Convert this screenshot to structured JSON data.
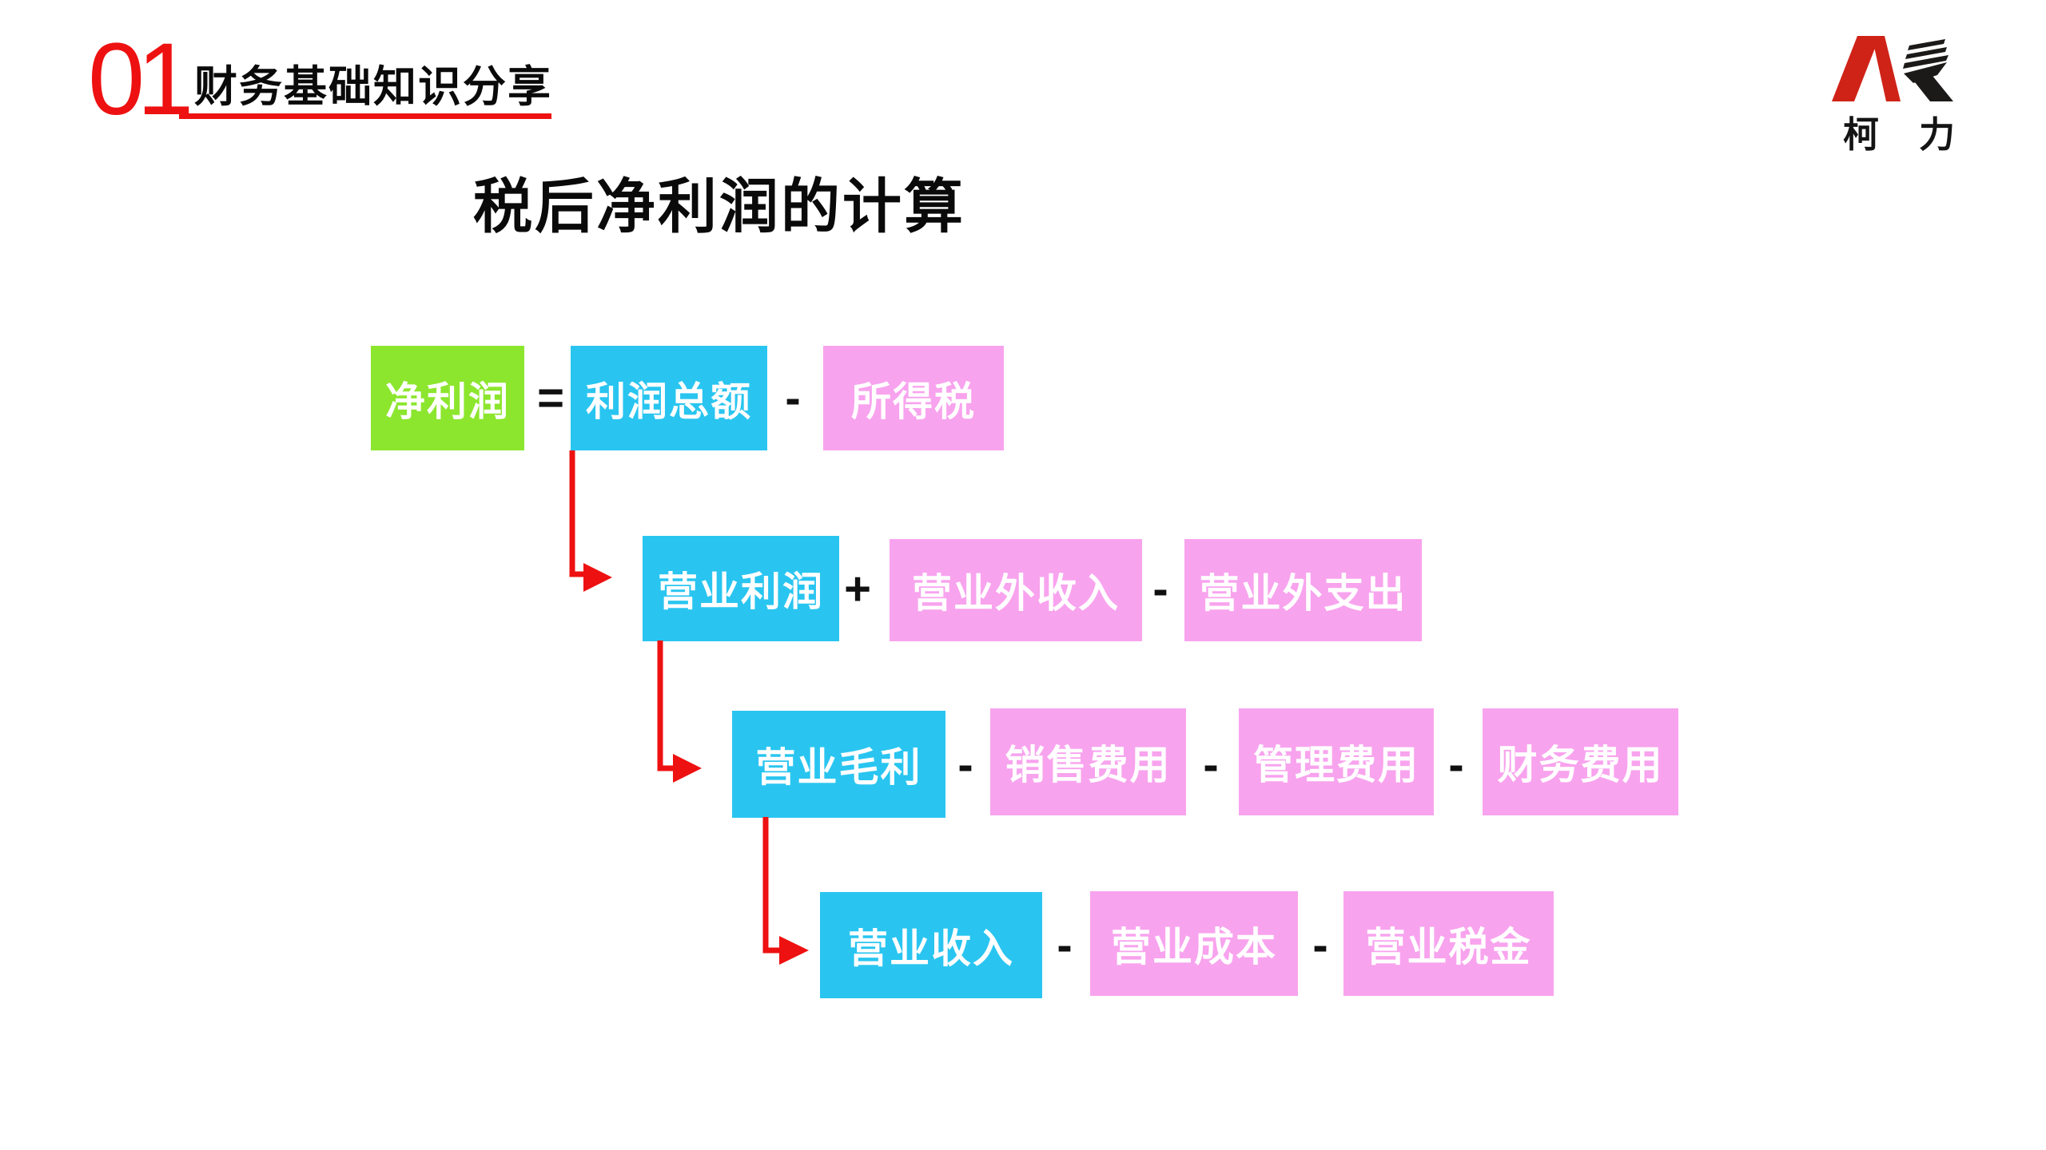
{
  "slide": {
    "section_number": "01",
    "section_title": "财务基础知识分享",
    "main_title": "税后净利润的计算"
  },
  "logo": {
    "brand": "柯力",
    "chars": [
      "柯",
      "力"
    ]
  },
  "colors": {
    "accent_red": "#ee1111",
    "logo_red": "#cf2318",
    "logo_black": "#1c1a19",
    "box_green": "#8ce62e",
    "box_cyan": "#29c5f0",
    "box_pink": "#f8a3ee",
    "box_text": "#ffffff",
    "operator_text": "#101010"
  },
  "diagram": {
    "rows": [
      {
        "items": [
          {
            "kind": "box",
            "color": "green",
            "label": "净利润"
          },
          {
            "kind": "operator",
            "label": "="
          },
          {
            "kind": "box",
            "color": "cyan",
            "label": "利润总额"
          },
          {
            "kind": "operator",
            "label": "-"
          },
          {
            "kind": "box",
            "color": "pink",
            "label": "所得税"
          }
        ]
      },
      {
        "items": [
          {
            "kind": "box",
            "color": "cyan",
            "label": "营业利润"
          },
          {
            "kind": "operator",
            "label": "+"
          },
          {
            "kind": "box",
            "color": "pink",
            "label": "营业外收入"
          },
          {
            "kind": "operator",
            "label": "-"
          },
          {
            "kind": "box",
            "color": "pink",
            "label": "营业外支出"
          }
        ]
      },
      {
        "items": [
          {
            "kind": "box",
            "color": "cyan",
            "label": "营业毛利"
          },
          {
            "kind": "operator",
            "label": "-"
          },
          {
            "kind": "box",
            "color": "pink",
            "label": "销售费用"
          },
          {
            "kind": "operator",
            "label": "-"
          },
          {
            "kind": "box",
            "color": "pink",
            "label": "管理费用"
          },
          {
            "kind": "operator",
            "label": "-"
          },
          {
            "kind": "box",
            "color": "pink",
            "label": "财务费用"
          }
        ]
      },
      {
        "items": [
          {
            "kind": "box",
            "color": "cyan",
            "label": "营业收入"
          },
          {
            "kind": "operator",
            "label": "-"
          },
          {
            "kind": "box",
            "color": "pink",
            "label": "营业成本"
          },
          {
            "kind": "operator",
            "label": "-"
          },
          {
            "kind": "box",
            "color": "pink",
            "label": "营业税金"
          }
        ]
      }
    ],
    "connectors": [
      {
        "from": "利润总额",
        "to": "营业利润"
      },
      {
        "from": "营业利润",
        "to": "营业毛利"
      },
      {
        "from": "营业毛利",
        "to": "营业收入"
      }
    ]
  }
}
